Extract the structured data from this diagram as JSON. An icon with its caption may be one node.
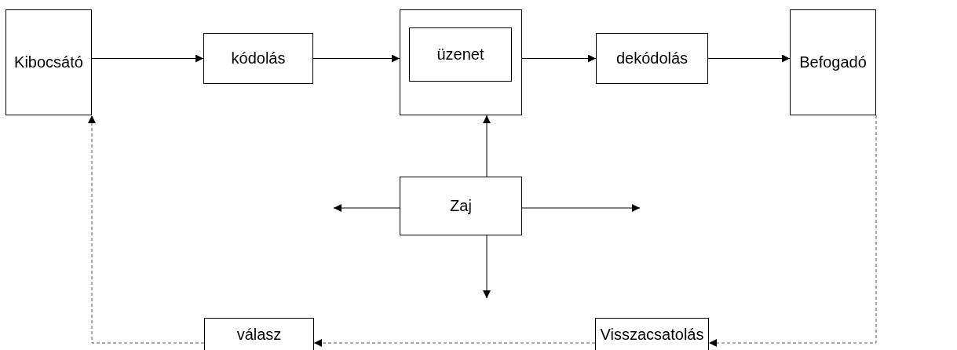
{
  "diagram": {
    "nodes": [
      {
        "text": [
          "Kibocsátó"
        ]
      },
      {
        "text": [
          "kódolás"
        ]
      },
      {
        "text": [],
        "shape": "box"
      },
      {
        "text": [
          "üzenet"
        ],
        "in": 2
      },
      {
        "text": [
          "dekódolás"
        ]
      },
      {
        "text": [
          "Befogadó"
        ]
      },
      {
        "text": [
          "Zaj"
        ]
      },
      {
        "text": [
          "válasz"
        ]
      },
      {
        "text": [
          "Visszacsatolás"
        ]
      }
    ],
    "edges": [
      {
        "from": 0,
        "to": 1,
        "arrow": "to"
      },
      {
        "from": 1,
        "to": 2,
        "arrow": "to"
      },
      {
        "from": 2,
        "to": 4,
        "arrow": "to"
      },
      {
        "from": 4,
        "to": 5,
        "arrow": "to"
      },
      {
        "from": 6,
        "to": 2,
        "arrow": "to"
      },
      {
        "from": 6,
        "to": null,
        "arrow": "to"
      },
      {
        "from": 6,
        "to": null,
        "arrow": "to"
      },
      {
        "from": 6,
        "to": null,
        "arrow": "to"
      },
      {
        "from": 5,
        "to": 8,
        "arrow": "to",
        "style": "dashed"
      },
      {
        "from": 8,
        "to": 7,
        "arrow": "to",
        "style": "dashed"
      },
      {
        "from": 7,
        "to": 0,
        "arrow": "to",
        "style": "dashed"
      }
    ]
  }
}
